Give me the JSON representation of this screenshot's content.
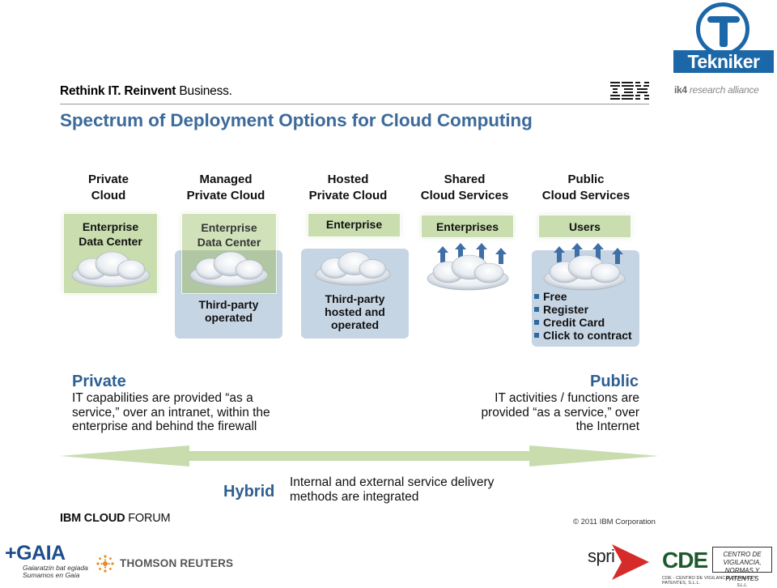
{
  "header": {
    "tagline_bold": "Rethink IT. Reinvent",
    "tagline_normal": "Business.",
    "ibm_logo_text": "IBM",
    "title": "Spectrum of Deployment Options for Cloud Computing"
  },
  "logos": {
    "tekniker": "Tekniker",
    "ik4_bold": "ik4",
    "ik4_rest": "research alliance",
    "gaia": "GAIA",
    "gaia_sub_1": "Gaiaratzin bat egiada",
    "gaia_sub_2": "Sumamos en Gaia",
    "thomson_reuters": "THOMSON REUTERS",
    "spri": "spri",
    "cde": "CDE",
    "cde_box_1": "CENTRO DE VIGILANCIA,",
    "cde_box_2": "NORMAS Y PATENTES",
    "cde_box_3": "S.L.L.",
    "cde_sub": "CDE - CENTRO DE VIGILANCIA, NORMAS Y PATENTES, S.L.L."
  },
  "columns": [
    {
      "heading_1": "Private",
      "heading_2": "Cloud",
      "green_label_1": "Enterprise",
      "green_label_2": "Data Center"
    },
    {
      "heading_1": "Managed",
      "heading_2": "Private Cloud",
      "green_label_1": "Enterprise",
      "green_label_2": "Data Center",
      "blue_label_1": "Third-party",
      "blue_label_2": "operated"
    },
    {
      "heading_1": "Hosted",
      "heading_2": "Private Cloud",
      "green_label": "Enterprise",
      "blue_label_1": "Third-party",
      "blue_label_2": "hosted and",
      "blue_label_3": "operated"
    },
    {
      "heading_1": "Shared",
      "heading_2": "Cloud Services",
      "green_label": "Enterprises"
    },
    {
      "heading_1": "Public",
      "heading_2": "Cloud Services",
      "green_label": "Users",
      "list": [
        "Free",
        "Register",
        "Credit Card",
        "Click to contract"
      ]
    }
  ],
  "spectrum": {
    "private_heading": "Private",
    "private_text_1": "IT capabilities are provided “as a",
    "private_text_2": "service,” over an intranet, within the",
    "private_text_3": "enterprise and behind the firewall",
    "public_heading": "Public",
    "public_text_1": "IT activities / functions are",
    "public_text_2": "provided “as a service,” over",
    "public_text_3": "the Internet",
    "hybrid_heading": "Hybrid",
    "hybrid_text_1": "Internal and external service delivery",
    "hybrid_text_2": "methods are integrated"
  },
  "footer": {
    "forum_bold": "IBM CLOUD",
    "forum_rest": "FORUM",
    "copyright": "© 2011 IBM Corporation"
  },
  "colors": {
    "title_blue": "#3c6a9a",
    "green_box": "#c9ddae",
    "blue_box": "#c6d5e4",
    "arrow_green": "#c8dcae",
    "tekniker_blue": "#1b67a8"
  }
}
